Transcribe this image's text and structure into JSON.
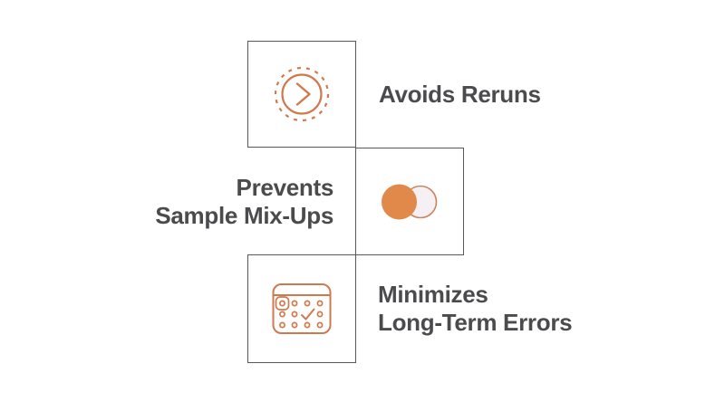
{
  "items": [
    {
      "line1": "Avoids Reruns",
      "icon": "chevron-circle-dashed-icon"
    },
    {
      "line1": "Prevents",
      "line2": "Sample Mix-Ups",
      "icon": "overlapping-circles-icon"
    },
    {
      "line1": "Minimizes",
      "line2": "Long-Term Errors",
      "icon": "calendar-check-icon"
    }
  ],
  "colors": {
    "background": "#ffffff",
    "box_border": "#58585b",
    "text": "#4b4b4e",
    "accent_orange": "#cf7a4e",
    "fill_orange": "#e1894a",
    "fill_light": "#f6eff3",
    "fill_light_border": "#c9865e"
  }
}
